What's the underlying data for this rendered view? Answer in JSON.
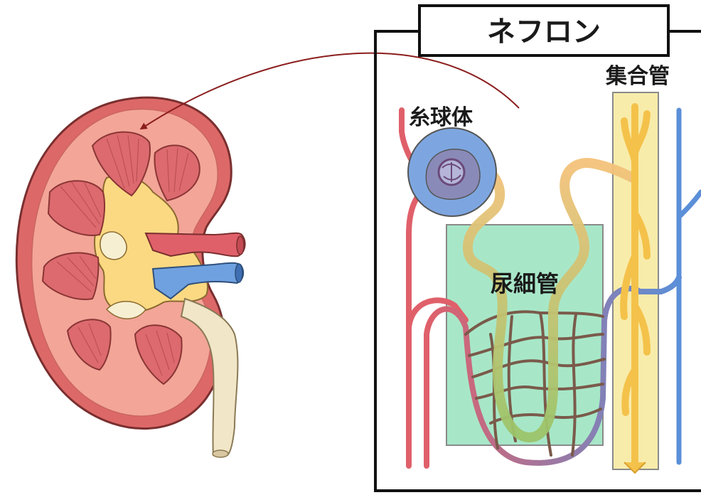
{
  "title": "ネフロン",
  "labels": {
    "glomerulus": "糸球体",
    "collecting_duct": "集合管",
    "renal_tubule": "尿細管"
  },
  "colors": {
    "artery": "#e0606a",
    "vein": "#5b8fd8",
    "glomerulus_capsule": "#7da6e0",
    "tubule": "#b9d27a",
    "tubule_box": "#5fd39a",
    "collecting_box": "#f5e58f",
    "collecting_duct": "#f4c24a",
    "cortex": "#f3a598",
    "medulla_pyramid": "#dc6a6e",
    "pelvis": "#fbd982",
    "ureter": "#f1e6c8",
    "arrow": "#8b1d1d"
  },
  "icons": {
    "kidney": "kidney-cross-section-icon",
    "arrow": "curved-arrow-icon"
  }
}
